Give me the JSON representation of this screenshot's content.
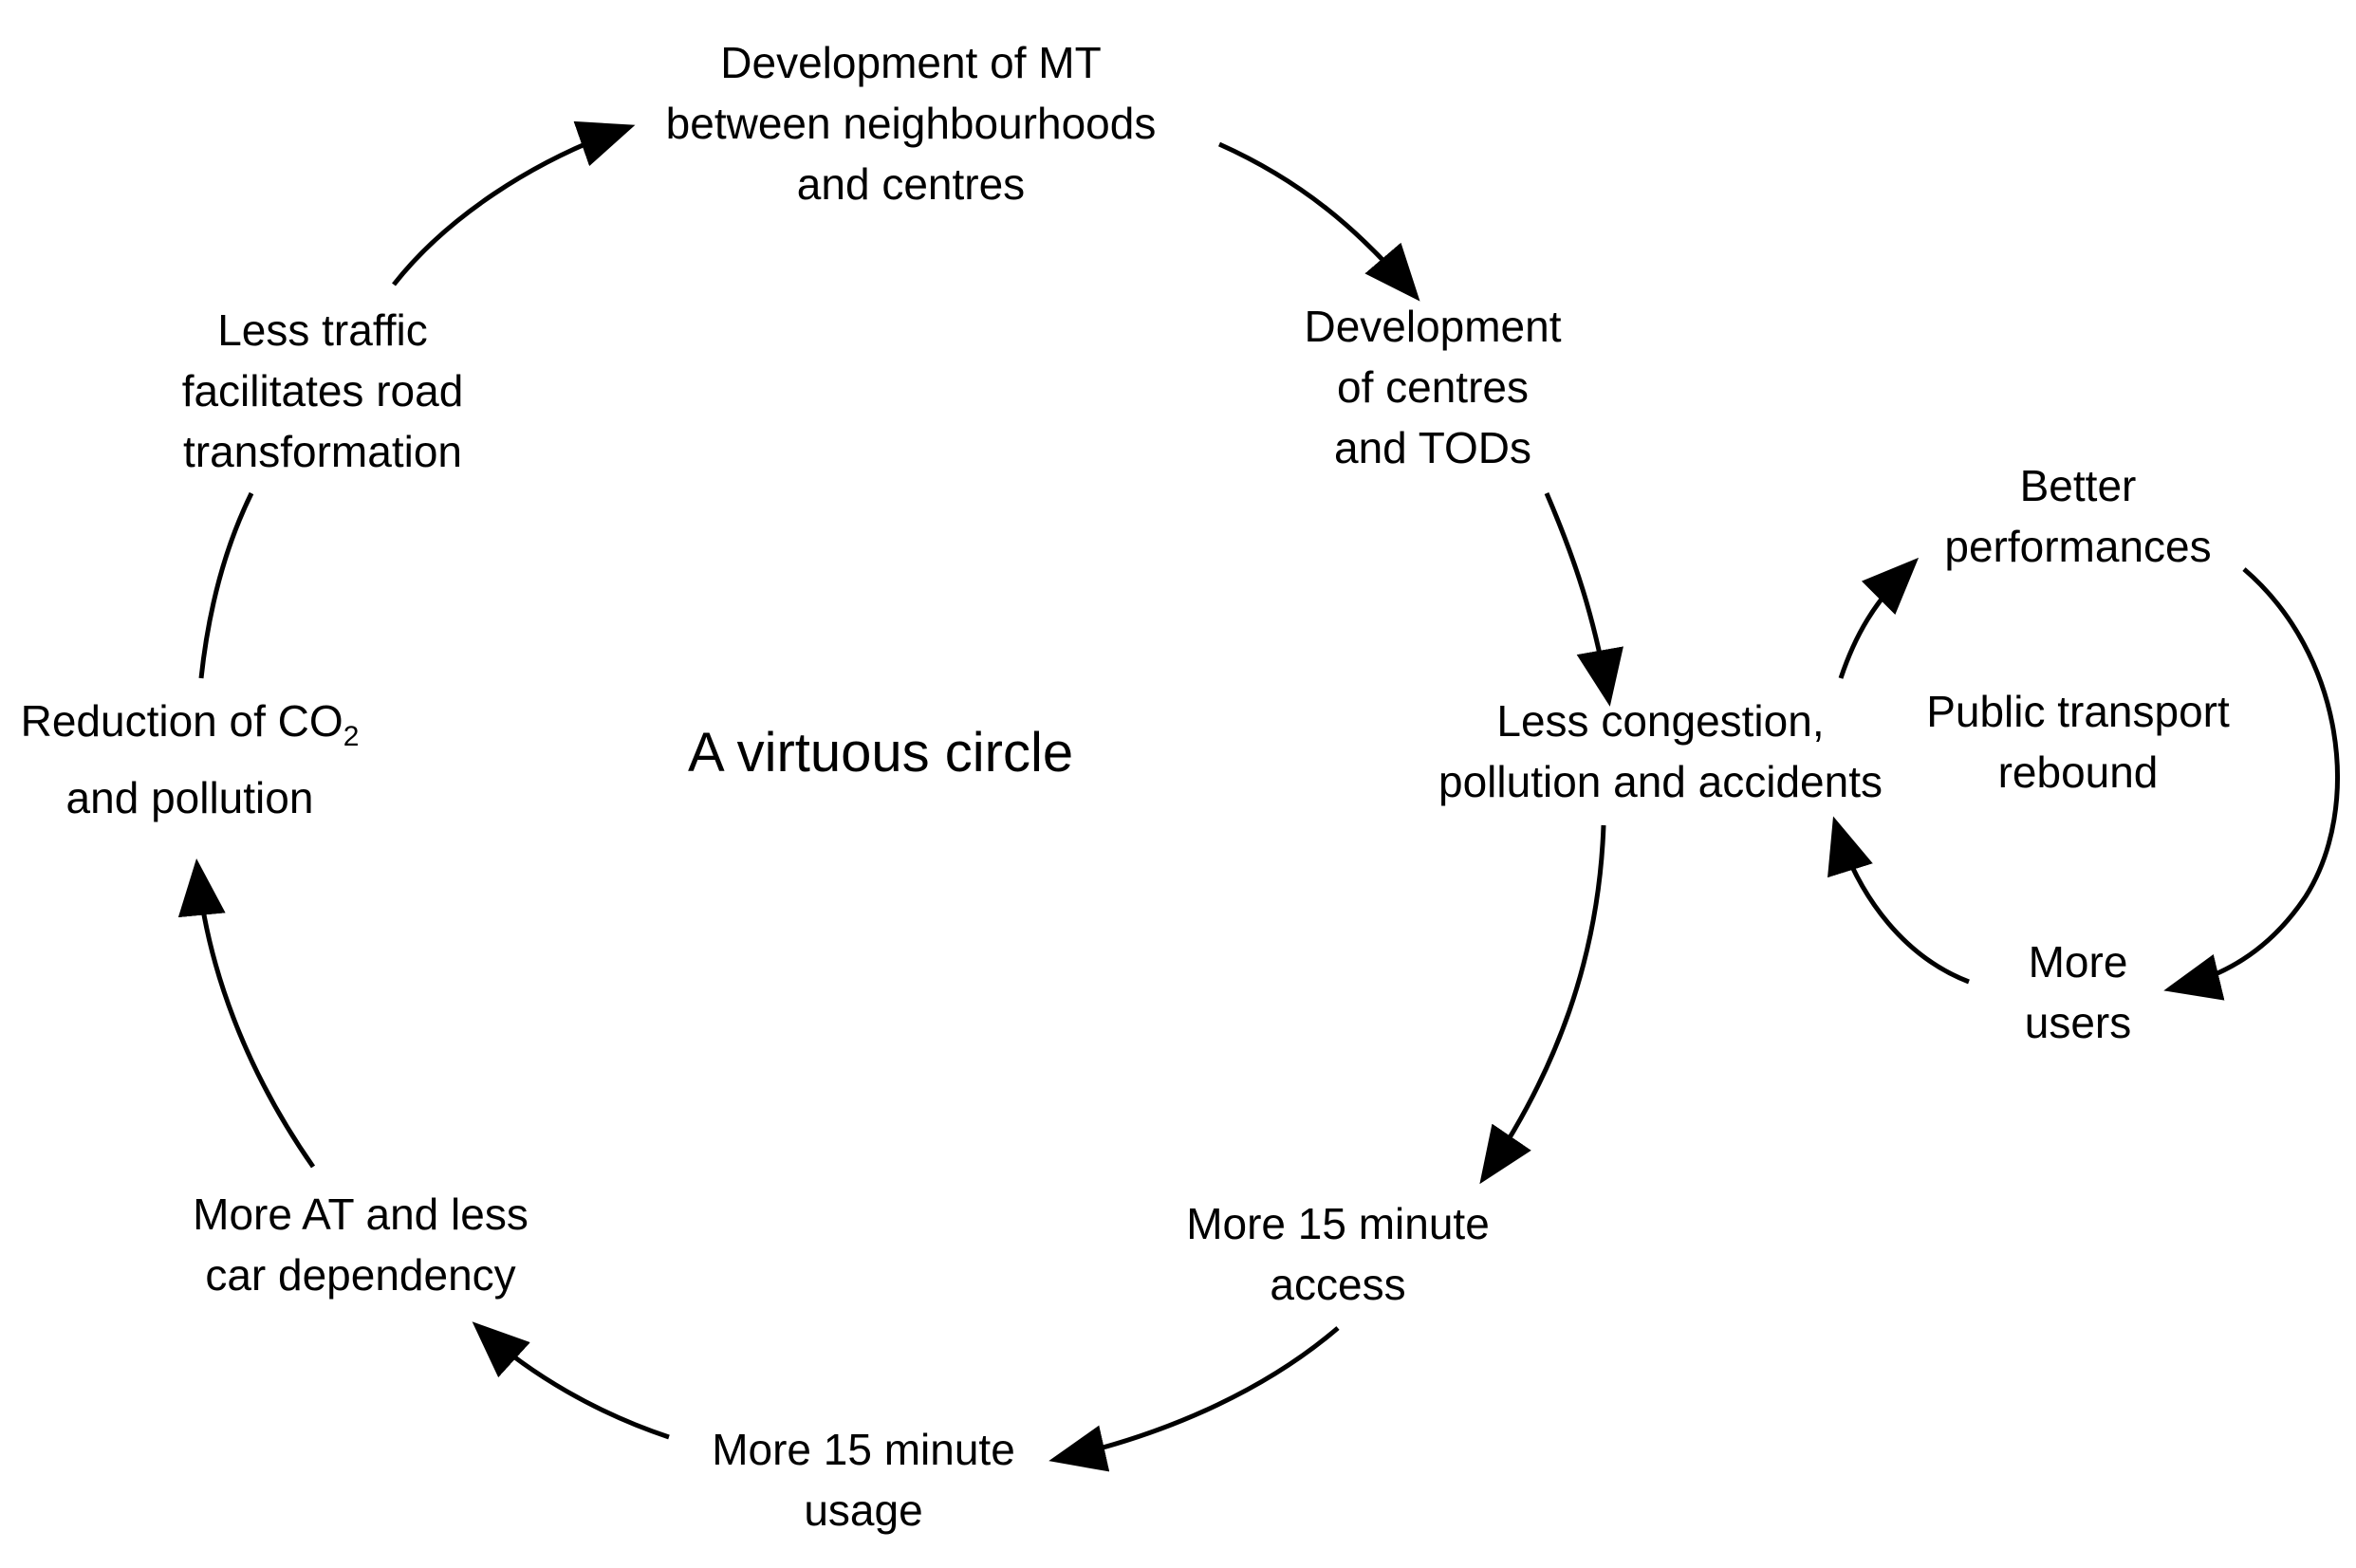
{
  "diagram": {
    "title": "A virtuous circle",
    "colors": {
      "stroke": "#000000",
      "text": "#000000",
      "background": "#ffffff"
    },
    "nodes": {
      "mt": {
        "lines": [
          "Development of MT",
          "between neighbourhoods",
          "and centres"
        ]
      },
      "centres": {
        "lines": [
          "Development",
          "of centres",
          "and TODs"
        ]
      },
      "congestion": {
        "lines": [
          "Less congestion,",
          "pollution and accidents"
        ]
      },
      "access": {
        "lines": [
          "More 15 minute",
          "access"
        ]
      },
      "usage": {
        "lines": [
          "More 15 minute",
          "usage"
        ]
      },
      "at": {
        "lines": [
          "More AT and less",
          "car dependency"
        ]
      },
      "co2": {
        "line1_prefix": "Reduction of CO",
        "line1_sub": "2",
        "line2": "and pollution"
      },
      "traffic": {
        "lines": [
          "Less traffic",
          "facilitates road",
          "transformation"
        ]
      },
      "performances": {
        "lines": [
          "Better",
          "performances"
        ]
      },
      "rebound": {
        "lines": [
          "Public transport",
          "rebound"
        ]
      },
      "users": {
        "lines": [
          "More",
          "users"
        ]
      }
    }
  }
}
